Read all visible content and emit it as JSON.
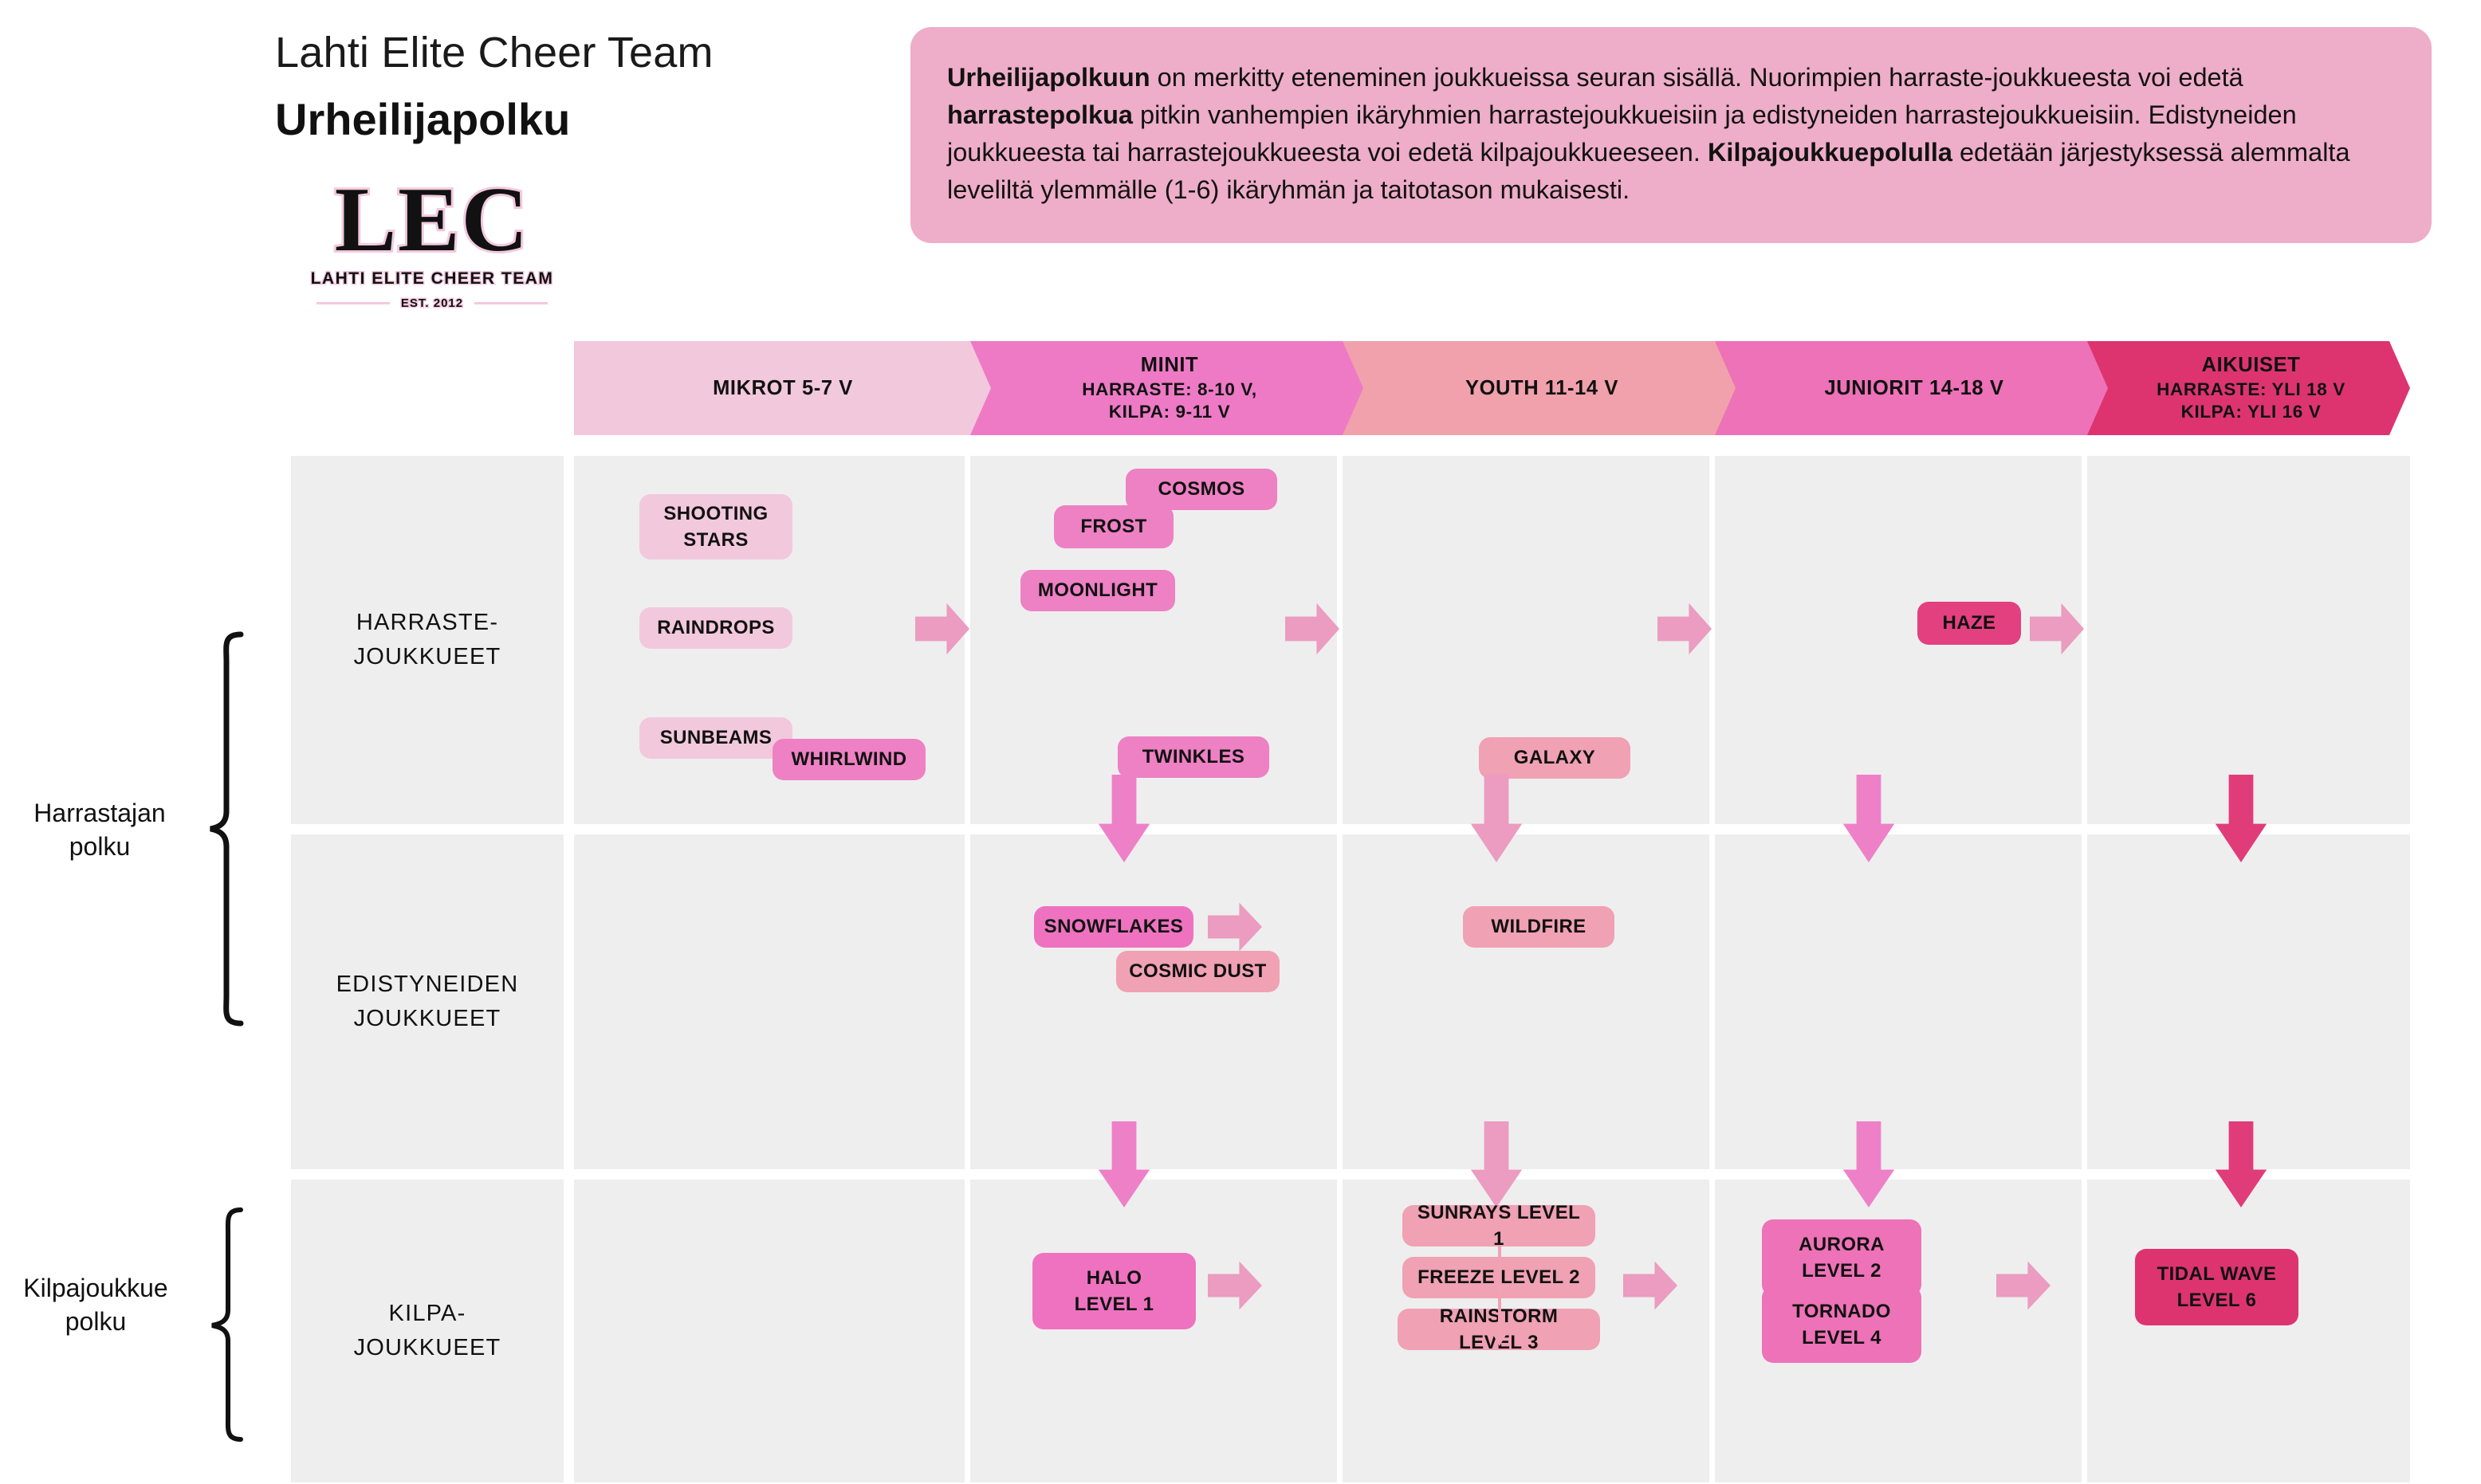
{
  "header": {
    "club_name": "Lahti Elite Cheer Team",
    "doc_title": "Urheilijapolku",
    "logo": {
      "wordmark": "LEC",
      "subtitle": "LAHTI ELITE CHEER TEAM",
      "established": "EST. 2012"
    }
  },
  "intro": {
    "segments": [
      {
        "text": "Urheilijapolkuun",
        "bold": true
      },
      {
        "text": " on merkitty eteneminen joukkueissa seuran sisällä. Nuorimpien harraste-joukkueesta voi edetä ",
        "bold": false
      },
      {
        "text": "harrastepolkua",
        "bold": true
      },
      {
        "text": " pitkin vanhempien ikäryhmien harrastejoukkueisiin ja edistyneiden harrastejoukkueisiin. Edistyneiden joukkueesta tai harrastejoukkueesta voi edetä kilpajoukkueeseen. ",
        "bold": false
      },
      {
        "text": "Kilpajoukkuepolulla",
        "bold": true
      },
      {
        "text": " edetään järjestyksessä alemmalta leveliltä ylemmälle (1-6) ikäryhmän ja taitotason mukaisesti.",
        "bold": false
      }
    ]
  },
  "side_labels": [
    {
      "id": "harrastajan-polku",
      "line1": "Harrastajan",
      "line2": "polku"
    },
    {
      "id": "kilpajoukkue-polku",
      "line1": "Kilpajoukkue",
      "line2": "polku"
    }
  ],
  "age_groups": [
    {
      "id": "mikrot",
      "title": "MIKROT 5-7 V",
      "sub": [],
      "color": "#f2c8dd"
    },
    {
      "id": "minit",
      "title": "MINIT",
      "sub": [
        "HARRASTE: 8-10 V,",
        "KILPA: 9-11 V"
      ],
      "color": "#ee7ac6"
    },
    {
      "id": "youth",
      "title": "YOUTH 11-14 V",
      "sub": [],
      "color": "#f0a1ac"
    },
    {
      "id": "juniorit",
      "title": "JUNIORIT 14-18 V",
      "sub": [],
      "color": "#ee72b8"
    },
    {
      "id": "aikuiset",
      "title": "AIKUISET",
      "sub": [
        "HARRASTE: YLI 18 V",
        "KILPA: YLI 16 V"
      ],
      "color": "#dd3470"
    }
  ],
  "row_labels": [
    {
      "id": "harraste-joukkueet",
      "line1": "HARRASTE-",
      "line2": "JOUKKUEET"
    },
    {
      "id": "edistyneiden-joukkueet",
      "line1": "EDISTYNEIDEN",
      "line2": "JOUKKUEET"
    },
    {
      "id": "kilpa-joukkueet",
      "line1": "KILPA-",
      "line2": "JOUKKUEET"
    }
  ],
  "teams": {
    "harraste": [
      {
        "id": "shooting-stars",
        "label": "SHOOTING STARS",
        "group": "mikrot",
        "color": "#f2c8dd"
      },
      {
        "id": "raindrops",
        "label": "RAINDROPS",
        "group": "mikrot",
        "color": "#f2c8dd"
      },
      {
        "id": "sunbeams",
        "label": "SUNBEAMS",
        "group": "mikrot",
        "color": "#f2c8dd"
      },
      {
        "id": "whirlwind",
        "label": "WHIRLWIND",
        "group": "minit",
        "color": "#ee80c4"
      },
      {
        "id": "frost",
        "label": "FROST",
        "group": "minit",
        "color": "#ee80c4"
      },
      {
        "id": "moonlight",
        "label": "MOONLIGHT",
        "group": "minit",
        "color": "#ee80c4"
      },
      {
        "id": "cosmos",
        "label": "COSMOS",
        "group": "youth",
        "color": "#ee80c4"
      },
      {
        "id": "twinkles",
        "label": "TWINKLES",
        "group": "youth",
        "color": "#ee80c4"
      },
      {
        "id": "galaxy",
        "label": "GALAXY",
        "group": "juniorit",
        "color": "#f0a1b4"
      },
      {
        "id": "haze",
        "label": "HAZE",
        "group": "aikuiset",
        "color": "#e34080"
      }
    ],
    "edistyneet": [
      {
        "id": "snowflakes",
        "label": "SNOWFLAKES",
        "group": "minit",
        "color": "#ee72c0"
      },
      {
        "id": "cosmic-dust",
        "label": "COSMIC DUST",
        "group": "youth",
        "color": "#f0a1b4"
      },
      {
        "id": "wildfire",
        "label": "WILDFIRE",
        "group": "juniorit",
        "color": "#f0a1b4"
      }
    ],
    "kilpa": [
      {
        "id": "halo",
        "label": "HALO LEVEL 1",
        "name": "HALO",
        "level": "LEVEL 1",
        "group": "minit",
        "color": "#ee72c0"
      },
      {
        "id": "sunrays",
        "label": "SUNRAYS LEVEL 1",
        "name": "SUNRAYS",
        "level": "LEVEL 1",
        "group": "youth",
        "color": "#f0a1b4"
      },
      {
        "id": "freeze",
        "label": "FREEZE LEVEL 2",
        "name": "FREEZE",
        "level": "LEVEL 2",
        "group": "youth",
        "color": "#f0a1b4"
      },
      {
        "id": "rainstorm",
        "label": "RAINSTORM LEVEL 3",
        "name": "RAINSTORM",
        "level": "LEVEL 3",
        "group": "youth",
        "color": "#f0a1b4"
      },
      {
        "id": "aurora",
        "label": "AURORA LEVEL 2",
        "name": "AURORA",
        "level": "LEVEL 2",
        "group": "juniorit",
        "color": "#ee72b8"
      },
      {
        "id": "tornado",
        "label": "TORNADO LEVEL 4",
        "name": "TORNADO",
        "level": "LEVEL 4",
        "group": "juniorit",
        "color": "#ee72b8"
      },
      {
        "id": "tidalwave",
        "label": "TIDAL WAVE LEVEL 6",
        "name": "TIDAL WAVE",
        "level": "LEVEL 6",
        "group": "aikuiset",
        "color": "#dd3470"
      }
    ]
  },
  "colors": {
    "cell_bg": "#eeeeee",
    "page_bg": "#ffffff",
    "intro_bg": "#eeadc8",
    "arrow_light": "#eb9cc0",
    "arrow_mid": "#ee80c8",
    "arrow_deep": "#e03c79"
  }
}
